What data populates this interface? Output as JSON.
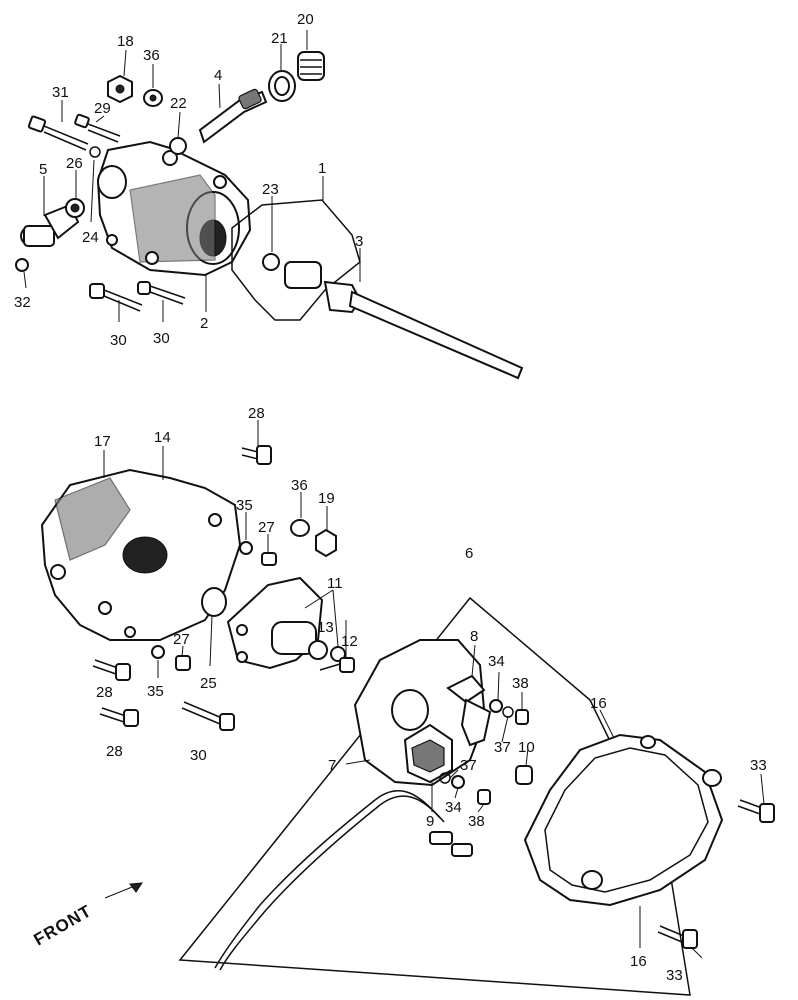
{
  "diagram": {
    "front_label": "FRONT",
    "labels": {
      "p1": "1",
      "p2": "2",
      "p3": "3",
      "p4": "4",
      "p5": "5",
      "p6": "6",
      "p7": "7",
      "p8": "8",
      "p9": "9",
      "p10": "10",
      "p11": "11",
      "p12": "12",
      "p13": "13",
      "p14": "14",
      "p16a": "16",
      "p16b": "16",
      "p17": "17",
      "p18": "18",
      "p19": "19",
      "p20": "20",
      "p21": "21",
      "p22": "22",
      "p23": "23",
      "p24": "24",
      "p25": "25",
      "p26": "26",
      "p27a": "27",
      "p27b": "27",
      "p28a": "28",
      "p28b": "28",
      "p28c": "28",
      "p29": "29",
      "p30a": "30",
      "p30b": "30",
      "p30c": "30",
      "p31": "31",
      "p32": "32",
      "p33a": "33",
      "p33b": "33",
      "p34a": "34",
      "p34b": "34",
      "p35a": "35",
      "p35b": "35",
      "p36a": "36",
      "p36b": "36",
      "p37a": "37",
      "p37b": "37",
      "p38a": "38",
      "p38b": "38"
    }
  }
}
